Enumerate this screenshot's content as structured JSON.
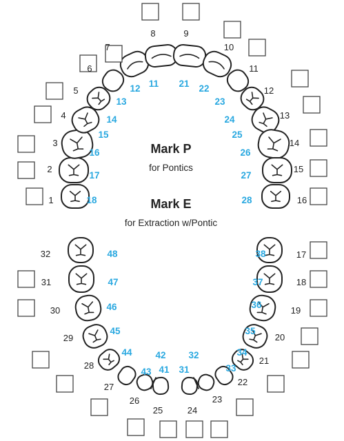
{
  "colors": {
    "fdi_blue": "#29a8e0",
    "text": "#222222",
    "outline": "#222222"
  },
  "legend": {
    "p_title": "Mark P",
    "p_sub": "for Pontics",
    "e_title": "Mark E",
    "e_sub": "for Extraction w/Pontic"
  },
  "universal_numbers": [
    "1",
    "2",
    "3",
    "4",
    "5",
    "6",
    "7",
    "8",
    "9",
    "10",
    "11",
    "12",
    "13",
    "14",
    "15",
    "16",
    "17",
    "18",
    "19",
    "20",
    "21",
    "22",
    "23",
    "24",
    "25",
    "26",
    "27",
    "28",
    "29",
    "30",
    "31",
    "32"
  ],
  "fdi_numbers": [
    "18",
    "17",
    "16",
    "15",
    "14",
    "13",
    "12",
    "11",
    "21",
    "22",
    "23",
    "24",
    "25",
    "26",
    "27",
    "28",
    "38",
    "37",
    "36",
    "35",
    "34",
    "33",
    "32",
    "31",
    "41",
    "42",
    "43",
    "44",
    "45",
    "46",
    "47",
    "48"
  ],
  "marking_boxes": {
    "count": 32,
    "icon": "checkbox-square"
  }
}
